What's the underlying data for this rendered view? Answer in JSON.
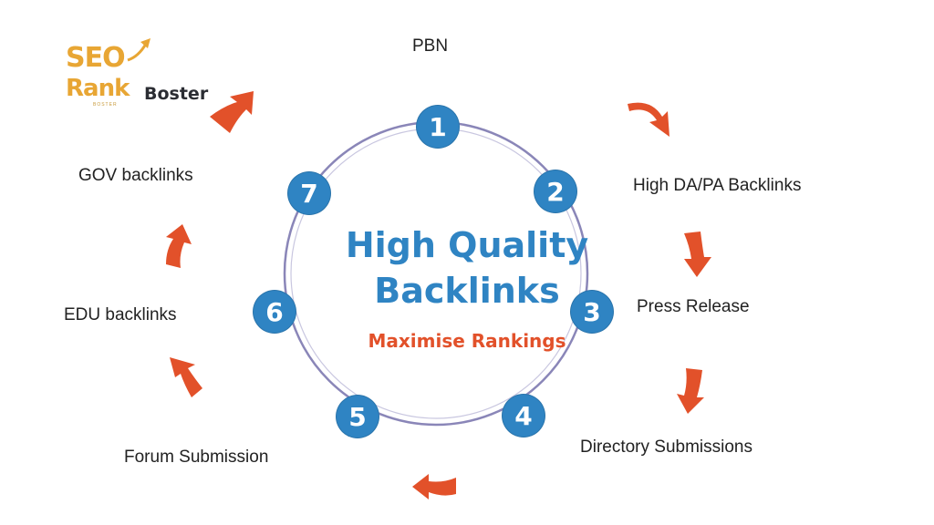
{
  "logo": {
    "line1": "SEO",
    "line2": "Rank",
    "brand": "Boster",
    "sub": "BOSTER",
    "color": "#e8a634"
  },
  "center": {
    "title_line1": "High Quality",
    "title_line2": "Backlinks",
    "subtitle": "Maximise Rankings",
    "title_color": "#2f84c3",
    "subtitle_color": "#e2512a"
  },
  "steps": [
    {
      "number": "1",
      "label": "PBN"
    },
    {
      "number": "2",
      "label": "High DA/PA Backlinks"
    },
    {
      "number": "3",
      "label": "Press Release"
    },
    {
      "number": "4",
      "label": "Directory Submissions"
    },
    {
      "number": "5",
      "label": "Forum Submission"
    },
    {
      "number": "6",
      "label": "EDU backlinks"
    },
    {
      "number": "7",
      "label": "GOV backlinks"
    }
  ],
  "colors": {
    "node": "#2f84c3",
    "arrow": "#e2512a",
    "ring": "#8a86b8"
  },
  "icons": {
    "arrow": "curved-arrow-icon",
    "logo_arrow": "trend-up-arrow-icon"
  }
}
